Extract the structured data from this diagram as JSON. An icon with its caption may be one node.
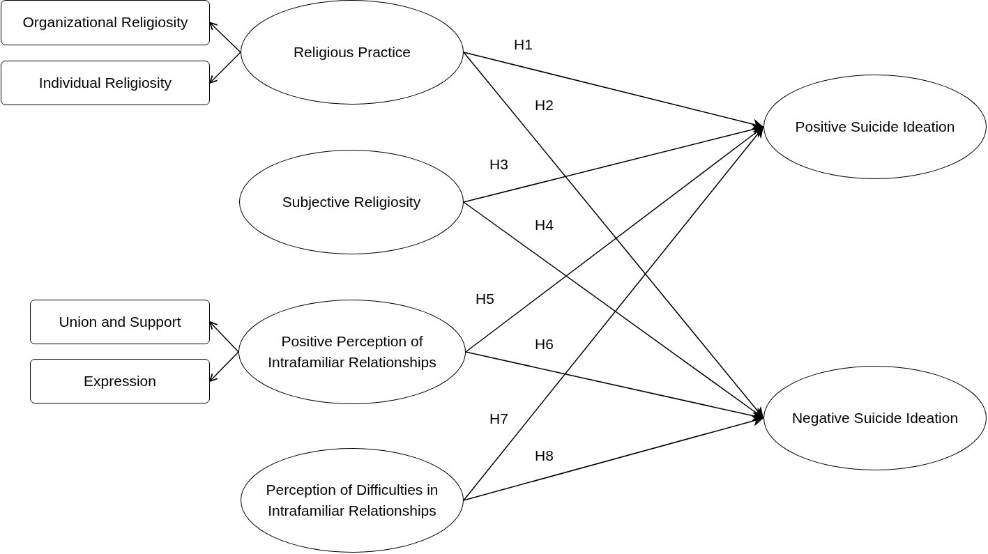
{
  "diagram": {
    "nodes": [
      {
        "text": [
          "Religious Practice"
        ]
      },
      {
        "text": [
          "Organizational Religiosity"
        ]
      },
      {
        "text": [
          "Individual Religiosity"
        ]
      },
      {
        "text": [
          "Subjective Religiosity"
        ]
      },
      {
        "text": [
          "Positive Perception of Intrafamiliar Relationships"
        ]
      },
      {
        "text": [
          "Union and Support"
        ]
      },
      {
        "text": [
          "Expression"
        ]
      },
      {
        "text": [
          "Perception of Difficulties in Intrafamiliar Relationships"
        ]
      },
      {
        "text": [
          "Positive Suicide Ideation"
        ]
      },
      {
        "text": [
          "Negative Suicide Ideation"
        ]
      }
    ],
    "edges": [
      {
        "from": 0,
        "to": 1,
        "arrow": "to"
      },
      {
        "from": 0,
        "to": 2,
        "arrow": "to"
      },
      {
        "from": 4,
        "to": 5,
        "arrow": "to"
      },
      {
        "from": 4,
        "to": 6,
        "arrow": "to"
      },
      {
        "from": 0,
        "to": 8,
        "arrow": "to",
        "label": "H1"
      },
      {
        "from": 0,
        "to": 9,
        "arrow": "to",
        "label": "H2"
      },
      {
        "from": 3,
        "to": 8,
        "arrow": "to",
        "label": "H3"
      },
      {
        "from": 3,
        "to": 9,
        "arrow": "to",
        "label": "H4"
      },
      {
        "from": 4,
        "to": 8,
        "arrow": "to",
        "label": "H5"
      },
      {
        "from": 4,
        "to": 9,
        "arrow": "to",
        "label": "H6"
      },
      {
        "from": 7,
        "to": 8,
        "arrow": "to",
        "label": "H7"
      },
      {
        "from": 7,
        "to": 9,
        "arrow": "to",
        "label": "H8"
      }
    ]
  }
}
